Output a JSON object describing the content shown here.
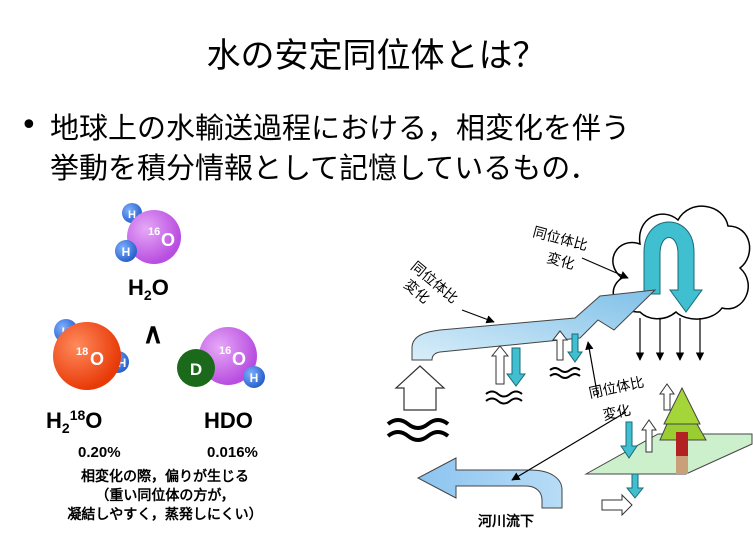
{
  "title": "水の安定同位体とは？",
  "bullet": {
    "line1": "地球上の水輸送過程における，相変化を伴う",
    "line2": "挙動を積分情報として記憶しているもの．"
  },
  "molecules": {
    "h": "H",
    "d": "D",
    "o16_mass": "16",
    "o18_mass": "18",
    "o": "O",
    "h2o_label": "H",
    "h2o_sub": "2",
    "h2o_o": "O",
    "compare": "∧",
    "h218o_h": "H",
    "h218o_sub": "2",
    "h218o_sup": "18",
    "h218o_o": "O",
    "hdo_label": "HDO",
    "h218o_pct": "0.20%",
    "hdo_pct": "0.016%"
  },
  "note": {
    "line1": "相変化の際，偏りが生じる",
    "line2": "（重い同位体の方が，",
    "line3": "凝結しやすく，蒸発しにくい）"
  },
  "diagram": {
    "label_vapor_line1": "同位体比",
    "label_vapor_line2": "変化",
    "label_cloud_line1": "同位体比",
    "label_cloud_line2": "変化",
    "label_land_line1": "同位体比",
    "label_land_line2": "変化",
    "label_river": "河川流下"
  },
  "colors": {
    "o16": "#b84de0",
    "o18": "#f04a14",
    "h": "#3377dd",
    "d": "#1b6a1b",
    "arrow_blue": "#9ccdf2",
    "arrow_cyan": "#3fbfcf",
    "land": "#ccf0cc"
  }
}
